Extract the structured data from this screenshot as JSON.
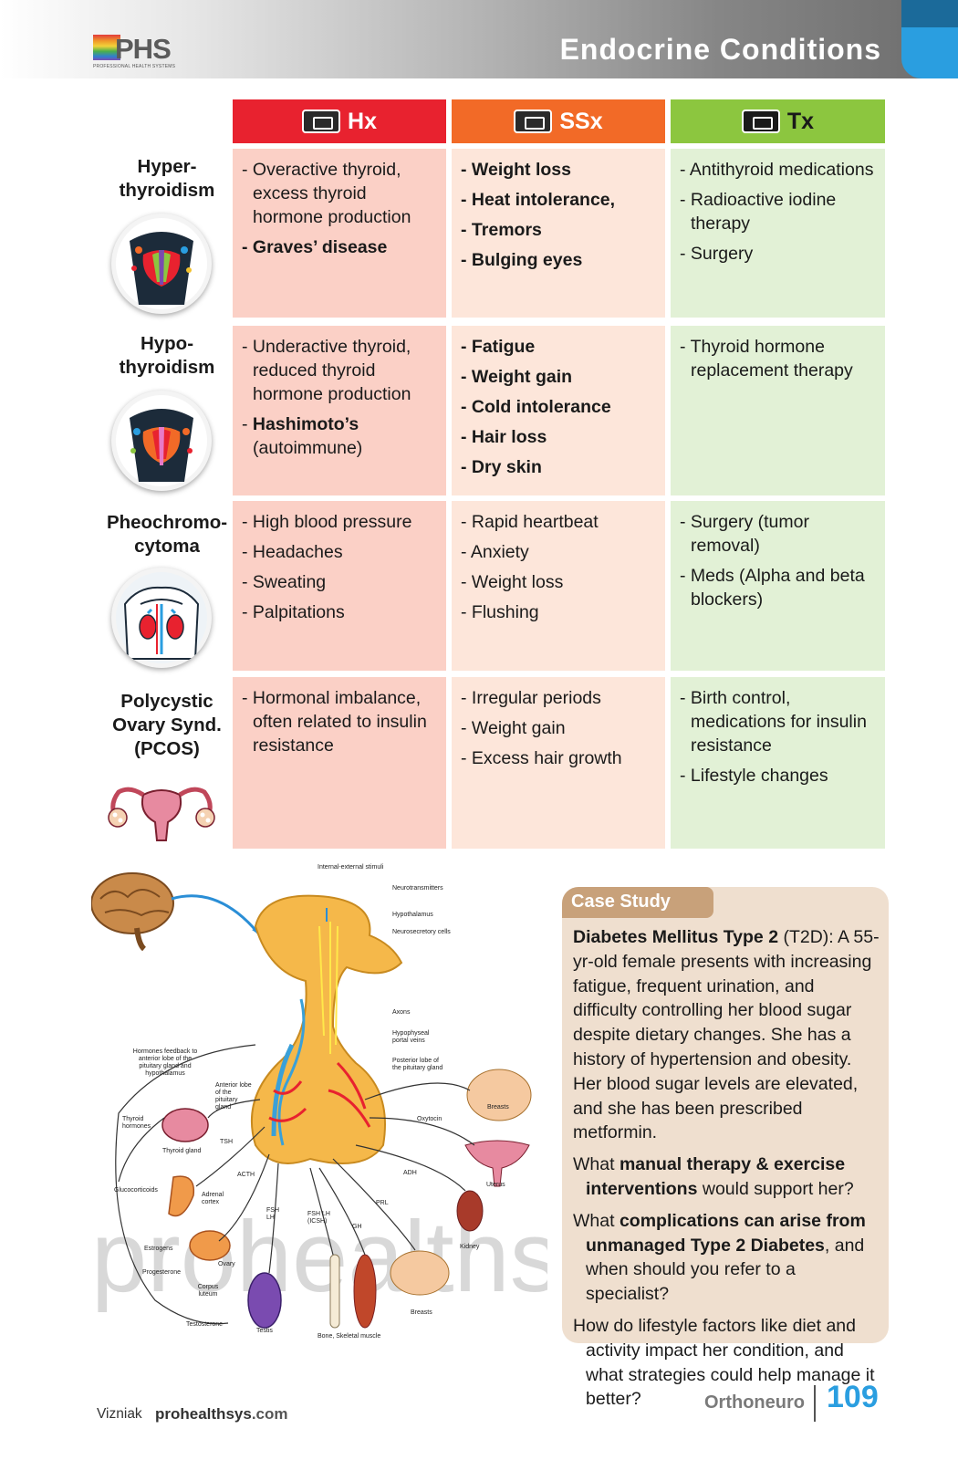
{
  "header": {
    "logo_text": "PHS",
    "logo_sub": "PROFESSIONAL HEALTH SYSTEMS",
    "title": "Endocrine Conditions"
  },
  "columns": {
    "hx": "Hx",
    "ssx": "SSx",
    "tx": "Tx"
  },
  "conditions": [
    {
      "name_line1": "Hyper-",
      "name_line2": "thyroidism",
      "name_line3": "",
      "icon": "thyroid-glow-icon",
      "hx": [
        {
          "text": "Overactive thyroid, excess thyroid hormone production",
          "bold": false
        },
        {
          "text": "Graves’ disease",
          "bold": true
        }
      ],
      "ssx": [
        {
          "text": "Weight loss",
          "bold": true
        },
        {
          "text": "Heat intolerance,",
          "bold": true
        },
        {
          "text": "Tremors",
          "bold": true
        },
        {
          "text": "Bulging eyes",
          "bold": true
        }
      ],
      "tx": [
        {
          "text": "Antithyroid medications",
          "bold": false
        },
        {
          "text": "Radioactive iodine therapy",
          "bold": false
        },
        {
          "text": "Surgery",
          "bold": false
        }
      ]
    },
    {
      "name_line1": "Hypo-",
      "name_line2": "thyroidism",
      "name_line3": "",
      "icon": "thyroid-glow-icon",
      "hx": [
        {
          "text": "Underactive thyroid, reduced thyroid hormone production",
          "bold": false
        },
        {
          "text": "Hashimoto’s",
          "bold": true,
          "extra": "(autoimmune)"
        }
      ],
      "ssx": [
        {
          "text": "Fatigue",
          "bold": true
        },
        {
          "text": "Weight gain",
          "bold": true
        },
        {
          "text": "Cold intolerance",
          "bold": true
        },
        {
          "text": "Hair loss",
          "bold": true
        },
        {
          "text": "Dry skin",
          "bold": true
        }
      ],
      "tx": [
        {
          "text": "Thyroid hormone replacement therapy",
          "bold": false
        }
      ]
    },
    {
      "name_line1": "Pheochromo-",
      "name_line2": "cytoma",
      "name_line3": "",
      "icon": "adrenal-kidney-icon",
      "hx": [
        {
          "text": "High blood pressure",
          "bold": false
        },
        {
          "text": "Headaches",
          "bold": false
        },
        {
          "text": "Sweating",
          "bold": false
        },
        {
          "text": "Palpitations",
          "bold": false
        }
      ],
      "ssx": [
        {
          "text": "Rapid heartbeat",
          "bold": false
        },
        {
          "text": "Anxiety",
          "bold": false
        },
        {
          "text": "Weight loss",
          "bold": false
        },
        {
          "text": "Flushing",
          "bold": false
        }
      ],
      "tx": [
        {
          "text": "Surgery (tumor removal)",
          "bold": false
        },
        {
          "text": "Meds (Alpha and beta blockers)",
          "bold": false
        }
      ]
    },
    {
      "name_line1": "Polycystic",
      "name_line2": "Ovary Synd.",
      "name_line3": "(PCOS)",
      "icon": "uterus-ovary-icon",
      "hx": [
        {
          "text": "Hormonal imbalance, often related to insulin resistance",
          "bold": false
        }
      ],
      "ssx": [
        {
          "text": "Irregular periods",
          "bold": false
        },
        {
          "text": "Weight gain",
          "bold": false
        },
        {
          "text": "Excess hair growth",
          "bold": false
        }
      ],
      "tx": [
        {
          "text": "Birth control, medications for insulin resistance",
          "bold": false
        },
        {
          "text": "Lifestyle changes",
          "bold": false
        }
      ]
    }
  ],
  "diagram": {
    "watermark": "prohealthsys",
    "labels": {
      "stimuli": "Internal-external stimuli",
      "neurotransmitters": "Neurotransmitters",
      "hypothalamus": "Hypothalamus",
      "neurosecretory": "Neurosecretory cells",
      "axons": "Axons",
      "portal": "Hypophyseal portal veins",
      "posterior": "Posterior lobe of the pituitary gland",
      "anterior": "Anterior lobe of the pituitary gland",
      "feedback": "Hormones feedback to anterior lobe of the pituitary gland and hypothalamus",
      "thyroid_hormones": "Thyroid hormones",
      "thyroid_gland": "Thyroid gland",
      "tsh": "TSH",
      "acth": "ACTH",
      "glucocorticoids": "Glucocorticoids",
      "adrenal": "Adrenal cortex",
      "fsh_lh": "FSH LH",
      "fsh_lh_icsh": "FSH LH (ICSH)",
      "gh": "GH",
      "prl": "PRL",
      "adh": "ADH",
      "oxytocin": "Oxytocin",
      "breasts_top": "Breasts",
      "uterus": "Uterus",
      "kidney": "Kidney",
      "breasts_bottom": "Breasts",
      "estrogens": "Estrogens",
      "progesterone": "Progesterone",
      "ovary": "Ovary",
      "corpus": "Corpus luteum",
      "testosterone": "Testosterone",
      "testis": "Testis",
      "bone": "Bone, Skeletal muscle"
    }
  },
  "case_study": {
    "tab": "Case Study",
    "intro_bold": "Diabetes Mellitus Type 2",
    "intro_rest": " (T2D): A 55-yr-old female presents with increasing fatigue, frequent urination, and difficulty controlling her blood sugar despite dietary changes. She has a history of hypertension and obesity. Her blood sugar levels are elevated, and she has been prescribed metformin.",
    "q1_pre": "What ",
    "q1_bold": "manual therapy & exercise interventions",
    "q1_post": " would support her?",
    "q2_pre": "What ",
    "q2_bold": "complications can arise from unmanaged Type 2 Diabetes",
    "q2_post": ", and when should you refer to a specialist?",
    "q3": "How do lifestyle factors like diet and activity impact her condition, and what strategies could help manage it better?"
  },
  "footer": {
    "author": "Vizniak",
    "site_bold": "prohealthsys",
    "site_rest": ".com",
    "section": "Orthoneuro",
    "page": "109"
  },
  "colors": {
    "hx": "#e8222f",
    "ssx": "#f26a27",
    "tx": "#8cc63f",
    "accent": "#2a9ee0"
  }
}
